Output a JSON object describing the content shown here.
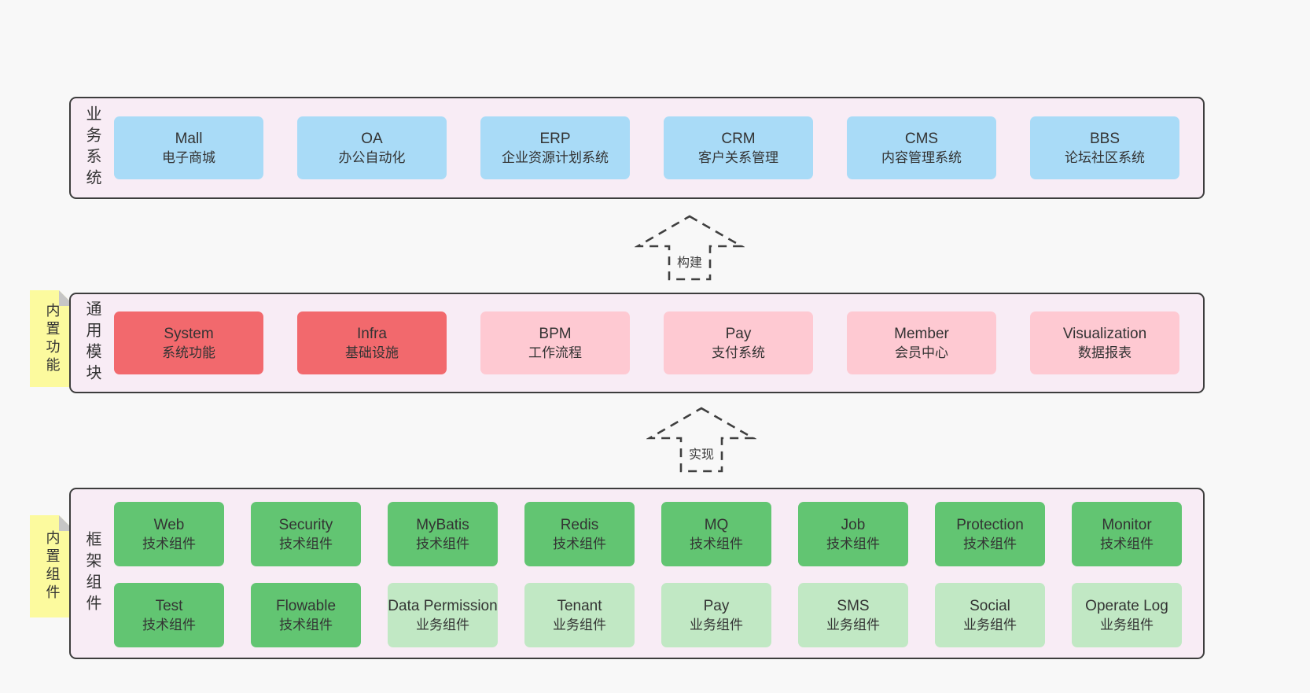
{
  "layers": {
    "business": {
      "label": "业务系统",
      "boxes": [
        {
          "en": "Mall",
          "zh": "电子商城"
        },
        {
          "en": "OA",
          "zh": "办公自动化"
        },
        {
          "en": "ERP",
          "zh": "企业资源计划系统"
        },
        {
          "en": "CRM",
          "zh": "客户关系管理"
        },
        {
          "en": "CMS",
          "zh": "内容管理系统"
        },
        {
          "en": "BBS",
          "zh": "论坛社区系统"
        }
      ]
    },
    "modules": {
      "label": "通用模块",
      "note": "内置功能",
      "boxes": [
        {
          "en": "System",
          "zh": "系统功能"
        },
        {
          "en": "Infra",
          "zh": "基础设施"
        },
        {
          "en": "BPM",
          "zh": "工作流程"
        },
        {
          "en": "Pay",
          "zh": "支付系统"
        },
        {
          "en": "Member",
          "zh": "会员中心"
        },
        {
          "en": "Visualization",
          "zh": "数据报表"
        }
      ]
    },
    "framework": {
      "label": "框架组件",
      "note": "内置组件",
      "row1": [
        {
          "en": "Web",
          "zh": "技术组件"
        },
        {
          "en": "Security",
          "zh": "技术组件"
        },
        {
          "en": "MyBatis",
          "zh": "技术组件"
        },
        {
          "en": "Redis",
          "zh": "技术组件"
        },
        {
          "en": "MQ",
          "zh": "技术组件"
        },
        {
          "en": "Job",
          "zh": "技术组件"
        },
        {
          "en": "Protection",
          "zh": "技术组件"
        },
        {
          "en": "Monitor",
          "zh": "技术组件"
        }
      ],
      "row2": [
        {
          "en": "Test",
          "zh": "技术组件"
        },
        {
          "en": "Flowable",
          "zh": "技术组件"
        },
        {
          "en": "Data Permission",
          "zh": "业务组件"
        },
        {
          "en": "Tenant",
          "zh": "业务组件"
        },
        {
          "en": "Pay",
          "zh": "业务组件"
        },
        {
          "en": "SMS",
          "zh": "业务组件"
        },
        {
          "en": "Social",
          "zh": "业务组件"
        },
        {
          "en": "Operate Log",
          "zh": "业务组件"
        }
      ]
    }
  },
  "arrows": [
    {
      "label": "构建"
    },
    {
      "label": "实现"
    }
  ],
  "palette": {
    "page_bg": "#f8f8f8",
    "container_fill": "#f8ecf5",
    "container_border": "#3d3d3d",
    "blue": "#a9dbf7",
    "red": "#f2696d",
    "pink": "#fec9d2",
    "green": "#62c572",
    "light_green": "#c1e8c4",
    "note_yellow": "#fcfa9e",
    "note_fold_gray": "#c6c6c6",
    "text": "#333333"
  }
}
